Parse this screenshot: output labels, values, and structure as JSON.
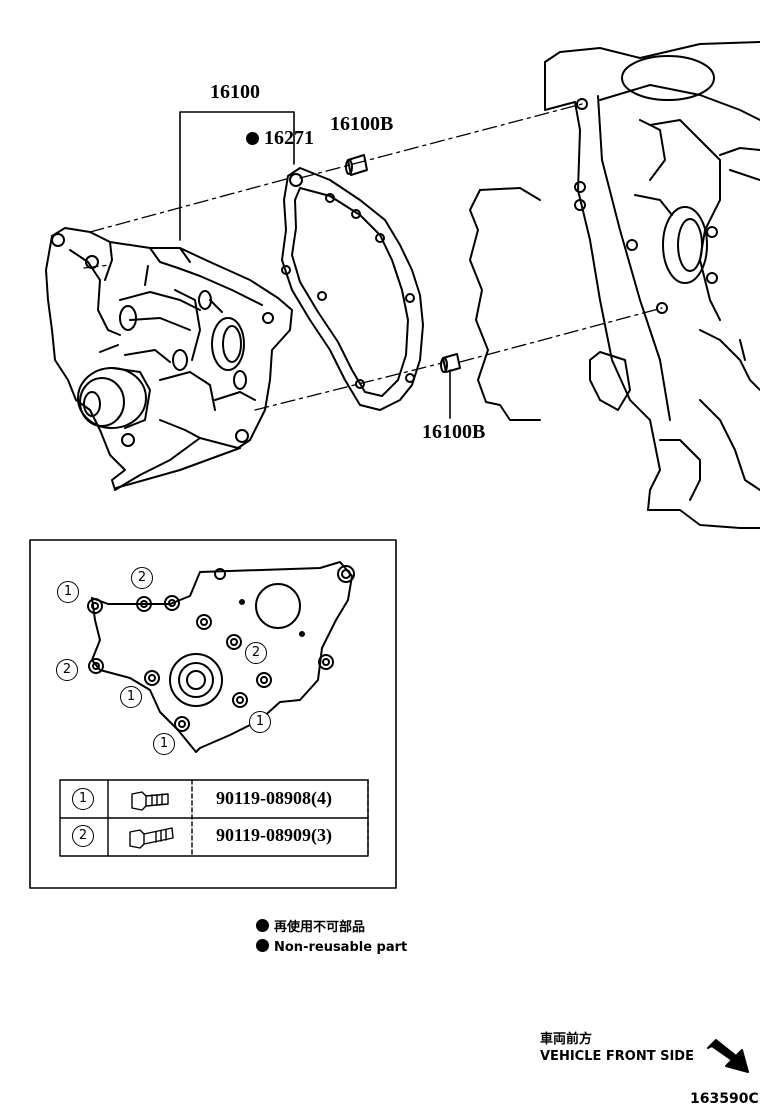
{
  "labels": {
    "assembly": "16100",
    "gasket": "16271",
    "pin_top": "16100B",
    "pin_bottom": "16100B"
  },
  "callouts": {
    "one": "1",
    "two": "2"
  },
  "bolt_table": [
    {
      "callout": "1",
      "part": "90119-08908(4)"
    },
    {
      "callout": "2",
      "part": "90119-08909(3)"
    }
  ],
  "legend": {
    "jp": "再使用不可部品",
    "en": "Non-reusable part"
  },
  "direction": {
    "jp": "車両前方",
    "en": "VEHICLE FRONT SIDE"
  },
  "diagram_code": "163590C",
  "colors": {
    "ink": "#000000",
    "paper": "#ffffff"
  },
  "icons": {
    "non_reusable_marker": "filled-circle",
    "direction_marker": "arrow-down-right"
  }
}
